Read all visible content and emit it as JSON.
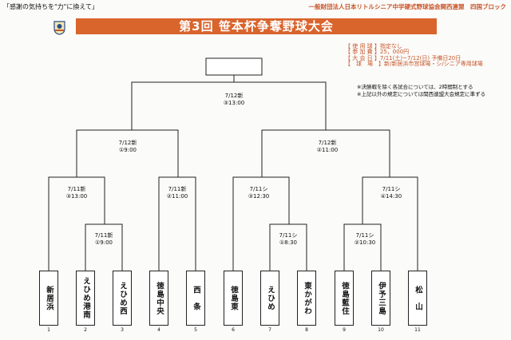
{
  "header": {
    "slogan": "「感謝の気持ちを\"力\"に換えて」",
    "organizer": "一般財団法人日本リトルシニア中学硬式野球協会関西連盟　四国ブロック",
    "title": "第3回 笹本杯争奪野球大会"
  },
  "info": [
    "【 使 用 球 】指定なし",
    "【 参 加 費 】25，000円",
    "【 大 会 日 】7/11(土)~7/12(日) 予備日20日",
    "【　球　場　】新/新居浜市営球場・シ/シニア専用球場"
  ],
  "notes": [
    "※決勝戦を除く各試合については、2時間制とする",
    "※上記以外の規定については関西連盟大会規定に準ずる"
  ],
  "matches": {
    "final": {
      "date": "7/12新",
      "time": "③13:00"
    },
    "semi_left": {
      "date": "7/12新",
      "time": "①9:00"
    },
    "semi_right": {
      "date": "7/12新",
      "time": "②11:00"
    },
    "qf1": {
      "date": "7/11新",
      "time": "③13:00"
    },
    "qf2": {
      "date": "7/11新",
      "time": "②11:00"
    },
    "qf3": {
      "date": "7/11シ",
      "time": "③12:30"
    },
    "qf4": {
      "date": "7/11シ",
      "time": "④14:30"
    },
    "r1a": {
      "date": "7/11新",
      "time": "①9:00"
    },
    "r1b": {
      "date": "7/11シ",
      "time": "①8:30"
    },
    "r1c": {
      "date": "7/11シ",
      "time": "②10:30"
    }
  },
  "teams": [
    {
      "name": "新居浜",
      "num": "1"
    },
    {
      "name": "えひめ港南",
      "num": "2"
    },
    {
      "name": "えひめ西",
      "num": "3"
    },
    {
      "name": "徳島中央",
      "num": "4"
    },
    {
      "name": "西　条",
      "num": "5"
    },
    {
      "name": "徳島東",
      "num": "6"
    },
    {
      "name": "えひめ",
      "num": "7"
    },
    {
      "name": "東かがわ",
      "num": "8"
    },
    {
      "name": "徳島藍住",
      "num": "9"
    },
    {
      "name": "伊予三島",
      "num": "10"
    },
    {
      "name": "松　山",
      "num": "11"
    }
  ],
  "colors": {
    "banner": "#d9642c",
    "info_text": "#c8552a"
  }
}
